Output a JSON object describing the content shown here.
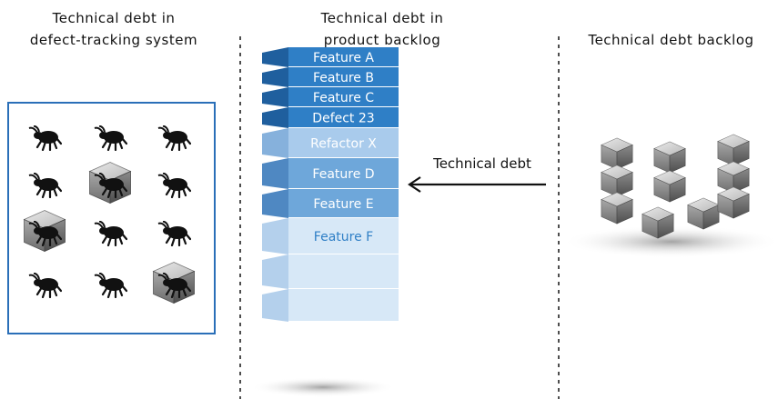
{
  "left_column": {
    "title_line1": "Technical debt in",
    "title_line2": "defect-tracking system",
    "grid": [
      [
        "bug",
        "bug",
        "bug"
      ],
      [
        "bug",
        "cube-bug",
        "bug"
      ],
      [
        "cube-bug",
        "bug",
        "bug"
      ],
      [
        "bug",
        "bug",
        "cube-bug"
      ]
    ]
  },
  "middle_column": {
    "title_line1": "Technical debt in",
    "title_line2": "product backlog",
    "backlog_items": [
      {
        "label": "Feature A",
        "tone": "dark"
      },
      {
        "label": "Feature B",
        "tone": "dark"
      },
      {
        "label": "Feature C",
        "tone": "dark"
      },
      {
        "label": "Defect 23",
        "tone": "dark"
      },
      {
        "label": "Refactor X",
        "tone": "light"
      },
      {
        "label": "Feature D",
        "tone": "mid"
      },
      {
        "label": "Feature E",
        "tone": "mid"
      },
      {
        "label": "Feature F",
        "tone": "pale"
      },
      {
        "label": "",
        "tone": "pale"
      },
      {
        "label": "",
        "tone": "pale"
      }
    ],
    "arrow_label": "Technical debt"
  },
  "right_column": {
    "title": "Technical debt backlog"
  },
  "colors": {
    "box_border": "#2a6fb8",
    "dark_blue": "#2f7fc6",
    "mid_blue": "#6ea7da",
    "light_blue": "#a9cbec",
    "pale_blue": "#d7e8f7",
    "text_dark": "#111111"
  }
}
